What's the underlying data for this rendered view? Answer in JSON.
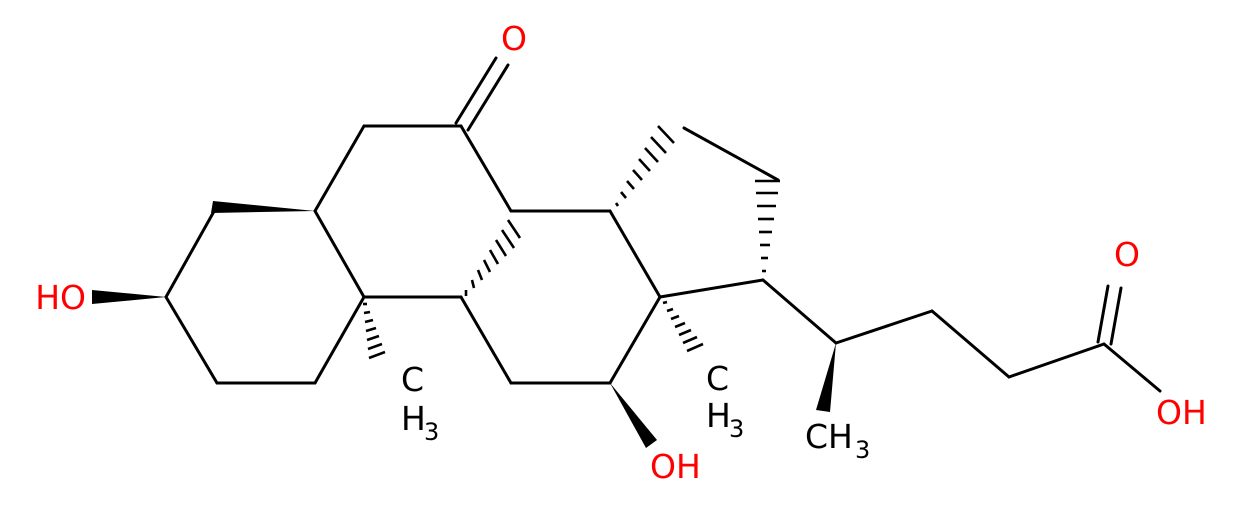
{
  "molecule": {
    "colors": {
      "bond": "#000000",
      "oxygen": "#ff0000",
      "carbon": "#000000"
    },
    "labels": {
      "ketone_o": "O",
      "oh_c3": "HO",
      "oh_c12": "OH",
      "acid_o": "O",
      "acid_oh": "OH",
      "methyl_c19": {
        "symbol": "CH",
        "sub": "3"
      },
      "methyl_c18": {
        "symbol": "CH",
        "sub": "3"
      },
      "methyl_c21": {
        "symbol": "CH",
        "sub": "3"
      }
    }
  }
}
